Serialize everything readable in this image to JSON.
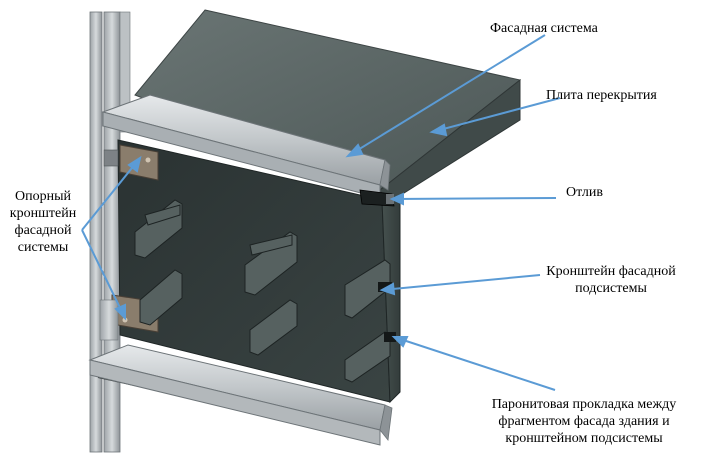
{
  "labels": {
    "facade_system": "Фасадная система",
    "floor_slab": "Плита перекрытия",
    "drip": "Отлив",
    "support_bracket": [
      "Опорный",
      "кронштейн",
      "фасадной",
      "системы"
    ],
    "subsystem_bracket": [
      "Кронштейн фасадной",
      "подсистемы"
    ],
    "gasket": [
      "Паронитовая прокладка между",
      "фрагментом фасада здания и",
      "кронштейном подсистемы"
    ]
  },
  "colors": {
    "slab_top": "#55605f",
    "panel_front": "#2f3838",
    "panel_side": "#3d4847",
    "rail": "#c9cdd0",
    "leader_line": "#5b9bd5"
  }
}
